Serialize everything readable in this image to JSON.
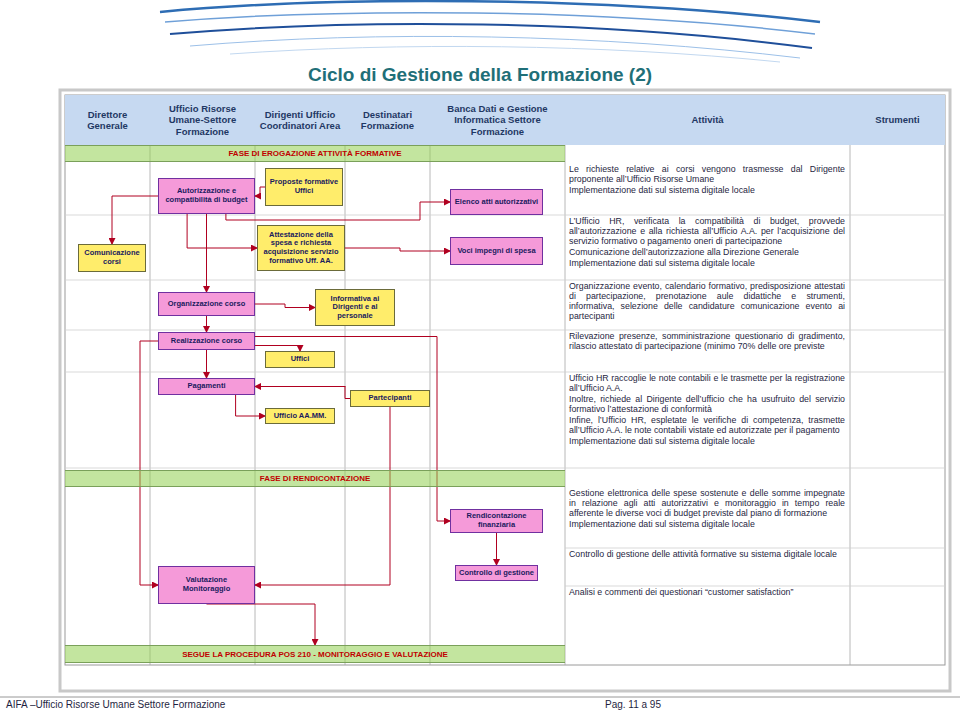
{
  "diagram": {
    "title": "Ciclo di Gestione della Formazione (2)",
    "nodes": [
      {
        "text": [
          "Direttore Generale"
        ]
      },
      {
        "text": [
          "Ufficio Risorse Umane-Settore Formazione"
        ]
      },
      {
        "text": [
          "Dirigenti Ufficio Coordinatori Area"
        ]
      },
      {
        "text": [
          "Destinatari Formazione"
        ]
      },
      {
        "text": [
          "Banca Dati e Gestione Informatica Settore Formazione"
        ]
      },
      {
        "text": [
          "Attività"
        ]
      },
      {
        "text": [
          "Strumenti"
        ]
      },
      {
        "text": [
          "FASE DI EROGAZIONE ATTIVITÀ FORMATIVE"
        ]
      },
      {
        "text": [
          "Proposte formative Uffici"
        ]
      },
      {
        "text": [
          "Autorizzazione e compatibilità di budget"
        ]
      },
      {
        "text": [
          "Elenco atti autorizzativi"
        ]
      },
      {
        "text": [
          "Comunicazione corsi"
        ]
      },
      {
        "text": [
          "Attestazione della spesa e richiesta acquisizione servizio formativo Uff. AA."
        ]
      },
      {
        "text": [
          "Voci impegni di spesa"
        ]
      },
      {
        "text": [
          "Organizzazione corso"
        ]
      },
      {
        "text": [
          "Informativa ai Dirigenti e al personale"
        ]
      },
      {
        "text": [
          "Realizzazione corso"
        ]
      },
      {
        "text": [
          "Uffici"
        ]
      },
      {
        "text": [
          "Pagamenti"
        ]
      },
      {
        "text": [
          "Partecipanti"
        ]
      },
      {
        "text": [
          "Ufficio AA.MM."
        ]
      },
      {
        "text": [
          "FASE DI RENDICONTAZIONE"
        ]
      },
      {
        "text": [
          "Rendicontazione finanziaria"
        ]
      },
      {
        "text": [
          "Controllo di gestione"
        ]
      },
      {
        "text": [
          "Valutazione Monitoraggio"
        ]
      },
      {
        "text": [
          "SEGUE LA PROCEDURA POS 210 - MONITORAGGIO E VALUTAZIONE"
        ]
      }
    ],
    "edges": [
      {
        "from": 8,
        "to": 9,
        "arrow": "to"
      },
      {
        "from": 9,
        "to": 10,
        "arrow": "to"
      },
      {
        "from": 9,
        "to": 11,
        "arrow": "to"
      },
      {
        "from": 9,
        "to": 12,
        "arrow": "to"
      },
      {
        "from": 12,
        "to": 13,
        "arrow": "to"
      },
      {
        "from": 9,
        "to": 14,
        "arrow": "to"
      },
      {
        "from": 14,
        "to": 15,
        "arrow": "to"
      },
      {
        "from": 14,
        "to": 16,
        "arrow": "to"
      },
      {
        "from": 16,
        "to": 17,
        "arrow": "to"
      },
      {
        "from": 16,
        "to": 18,
        "arrow": "to"
      },
      {
        "from": 19,
        "to": 18,
        "arrow": "to"
      },
      {
        "from": 18,
        "to": 20,
        "arrow": "to"
      },
      {
        "from": 16,
        "to": 22,
        "arrow": "to"
      },
      {
        "from": 22,
        "to": 23,
        "arrow": "to"
      },
      {
        "from": 16,
        "to": 24,
        "arrow": "to"
      },
      {
        "from": 19,
        "to": 24,
        "arrow": "to"
      },
      {
        "from": 24,
        "to": 25,
        "arrow": "to"
      }
    ],
    "labels": [
      "Le richieste relative ai corsi vengono trasmesse dal Dirigente proponente all’Ufficio Risorse Umane",
      "Implementazione dati sul sistema digitale locale",
      "L’Ufficio HR, verificata la compatibilità di budget, provvede all’autorizzazione e alla richiesta all’Ufficio A.A. per l’acquisizione del servizio formativo o pagamento oneri di partecipazione",
      "Comunicazione dell’autorizzazione alla Direzione Generale",
      "Implementazione dati sul sistema digitale locale",
      "Organizzazione evento, calendario formativo, predisposizione attestati di partecipazione, prenotazione aule didattiche e strumenti, informativa, selezione delle candidature comunicazione evento ai partecipanti",
      "Rilevazione presenze, somministrazione questionario di gradimento, rilascio attestato di partecipazione (minimo 70% delle ore previste",
      "Ufficio HR raccoglie le note contabili e le trasmette per la registrazione all’Ufficio A.A.",
      "Inoltre, richiede al Dirigente dell’ufficio che ha usufruito del servizio formativo l’attestazione di conformità",
      "Infine, l’Ufficio HR, espletate le verifiche di competenza, trasmette all’Ufficio A.A. le note contabili vistate ed autorizzate per il pagamento",
      "Implementazione dati sul sistema digitale locale",
      "Gestione elettronica delle spese sostenute e delle somme impegnate in relazione agli atti autorizzativi e monitoraggio in tempo reale afferente le diverse voci di budget previste dal piano di formazione",
      "Implementazione dati sul sistema digitale locale",
      "Controllo di gestione delle attività formative su sistema digitale locale",
      "Analisi e commenti dei questionari “customer satisfaction”",
      "AIFA –Ufficio Risorse Umane  Settore Formazione",
      "Pag. 11 a 95"
    ]
  }
}
